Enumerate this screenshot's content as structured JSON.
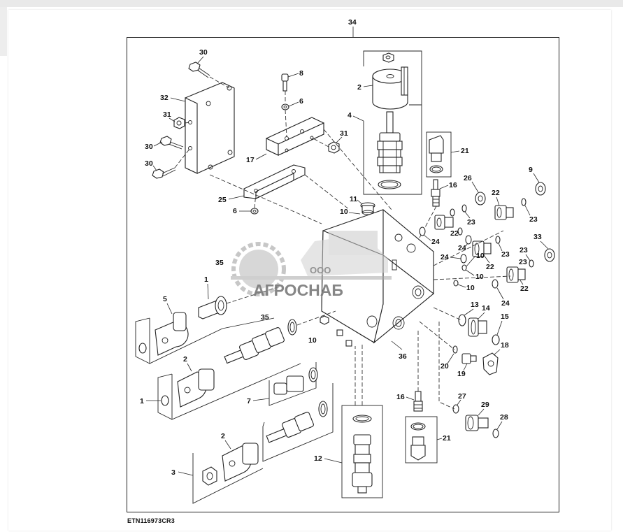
{
  "watermark": {
    "company_prefix": "ООО",
    "company_name": "АГРОСНАБ"
  },
  "figure_id": "ETN116973CR3",
  "callouts": {
    "c34": "34",
    "c30a": "30",
    "c30b": "30",
    "c30c": "30",
    "c32": "32",
    "c31a": "31",
    "c31b": "31",
    "c8": "8",
    "c6a": "6",
    "c6b": "6",
    "c17": "17",
    "c25": "25",
    "c2a": "2",
    "c2b": "2",
    "c2c": "2",
    "c4": "4",
    "c21a": "21",
    "c21b": "21",
    "c16a": "16",
    "c16b": "16",
    "c11": "11",
    "c10a": "10",
    "c10b": "10",
    "c10c": "10",
    "c10d": "10",
    "c10e": "10",
    "c26": "26",
    "c22a": "22",
    "c22b": "22",
    "c22c": "22",
    "c22d": "22",
    "c9": "9",
    "c23a": "23",
    "c23b": "23",
    "c23c": "23",
    "c23d": "23",
    "c23e": "23",
    "c24a": "24",
    "c24b": "24",
    "c24c": "24",
    "c24d": "24",
    "c33": "33",
    "c35a": "35",
    "c35b": "35",
    "c1a": "1",
    "c1b": "1",
    "c5": "5",
    "c3": "3",
    "c7": "7",
    "c12": "12",
    "c13": "13",
    "c14": "14",
    "c15": "15",
    "c18": "18",
    "c19": "19",
    "c20": "20",
    "c36": "36",
    "c27": "27",
    "c28": "28",
    "c29": "29"
  }
}
